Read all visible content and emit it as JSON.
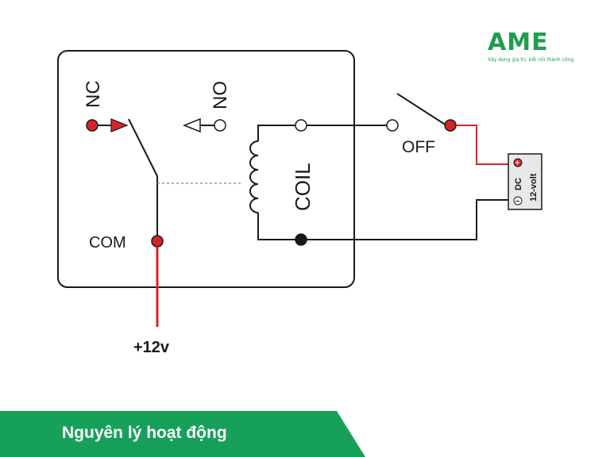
{
  "logo": {
    "text": "AME",
    "tagline": "Xây dựng giá trị, kết nối thành công",
    "color": "#1f9d4f"
  },
  "diagram": {
    "label_nc": "NC",
    "label_no": "NO",
    "label_coil": "COIL",
    "label_com": "COM",
    "label_off": "OFF",
    "label_supply": "+12v",
    "battery_label_1": "DC",
    "battery_label_2": "12-volt",
    "battery_plus": "+",
    "battery_minus": "−",
    "wire_color": "#1a1a1a",
    "hot_color": "#d8222a"
  },
  "banner": {
    "title": "Nguyên lý hoạt động",
    "color": "#17a05a"
  }
}
